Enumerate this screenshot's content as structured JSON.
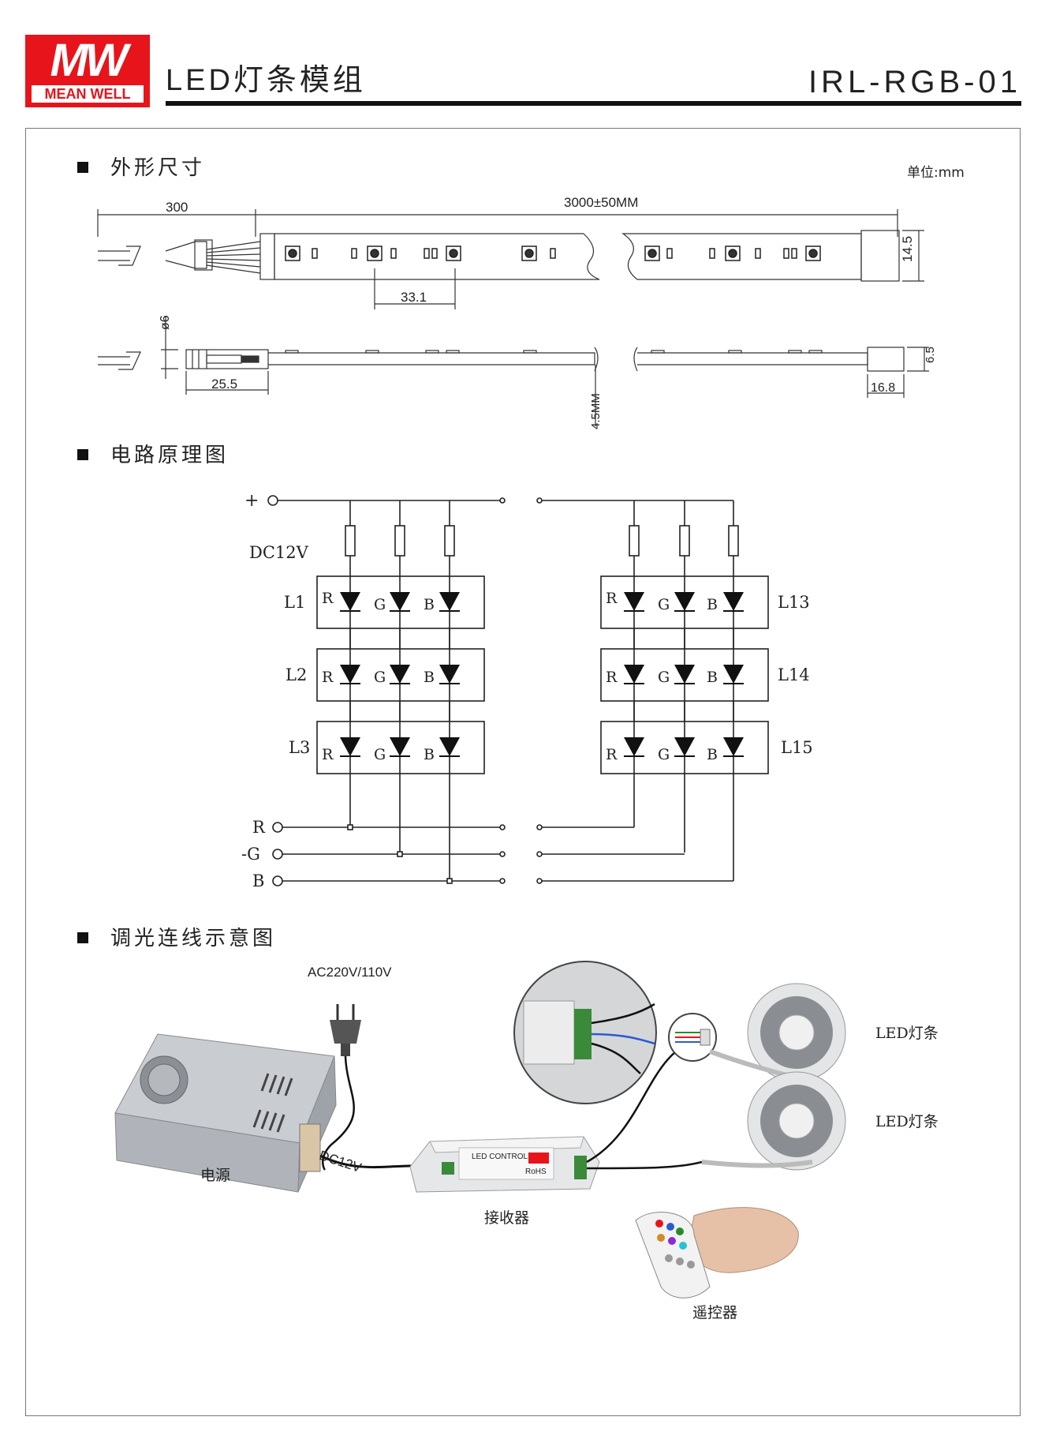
{
  "header": {
    "logo_mark": "MW",
    "logo_text": "MEAN WELL",
    "title": "LED灯条模组",
    "model": "IRL-RGB-01"
  },
  "sections": {
    "dimensions": "外形尺寸",
    "circuit": "电路原理图",
    "wiring": "调光连线示意图"
  },
  "dimensions": {
    "unit": "单位:mm",
    "lead_length": "300",
    "strip_length": "3000±50MM",
    "led_pitch": "33.1",
    "width": "14.5",
    "diameter": "ø6",
    "plug_length": "25.5",
    "thickness": "4.5MM",
    "end_height": "6.5",
    "end_length": "16.8"
  },
  "circuit": {
    "plus": "+",
    "supply": "DC12V",
    "rows_left": [
      "L1",
      "L2",
      "L3"
    ],
    "rows_right": [
      "L13",
      "L14",
      "L15"
    ],
    "led_colors": [
      "R",
      "G",
      "B"
    ],
    "outputs": [
      "R",
      "-G",
      "B"
    ]
  },
  "wiring": {
    "ac_input": "AC220V/110V",
    "power_supply": "电源",
    "dc_output": "DC12V",
    "receiver": "接收器",
    "strip_1": "LED灯条",
    "strip_2": "LED灯条",
    "remote": "遥控器",
    "controller_title": "LED CONTROLLER",
    "controller_rohs": "RoHS"
  },
  "colors": {
    "brand_red": "#e8141b",
    "line": "#222222",
    "frame": "#777777"
  }
}
